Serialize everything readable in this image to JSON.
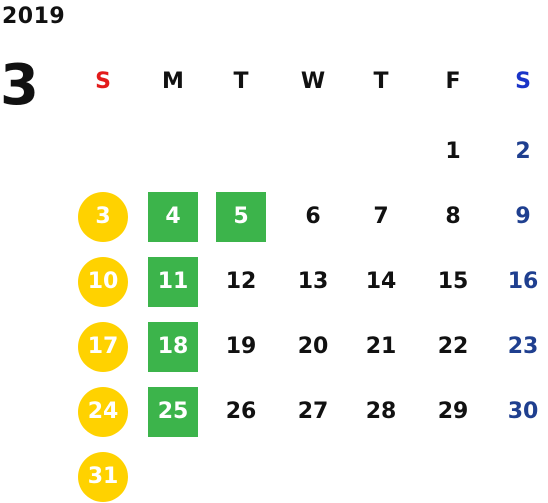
{
  "calendar": {
    "year": "2019",
    "month": "3",
    "weekdays": [
      "S",
      "M",
      "T",
      "W",
      "T",
      "F",
      "S"
    ],
    "weekday_colors": [
      "#e31b1b",
      "#111111",
      "#111111",
      "#111111",
      "#111111",
      "#111111",
      "#1a34c8"
    ],
    "weeks": [
      [
        "",
        "",
        "",
        "",
        "",
        "1",
        "2"
      ],
      [
        "3",
        "4",
        "5",
        "6",
        "7",
        "8",
        "9"
      ],
      [
        "10",
        "11",
        "12",
        "13",
        "14",
        "15",
        "16"
      ],
      [
        "17",
        "18",
        "19",
        "20",
        "21",
        "22",
        "23"
      ],
      [
        "24",
        "25",
        "26",
        "27",
        "28",
        "29",
        "30"
      ],
      [
        "31",
        "",
        "",
        "",
        "",
        "",
        ""
      ]
    ],
    "highlighted_days": [
      "4",
      "5",
      "11",
      "18",
      "25"
    ],
    "colors": {
      "sunday_circle": "#ffd200",
      "highlight": "#3cb44b",
      "saturday_text": "#1f3f8f"
    }
  }
}
